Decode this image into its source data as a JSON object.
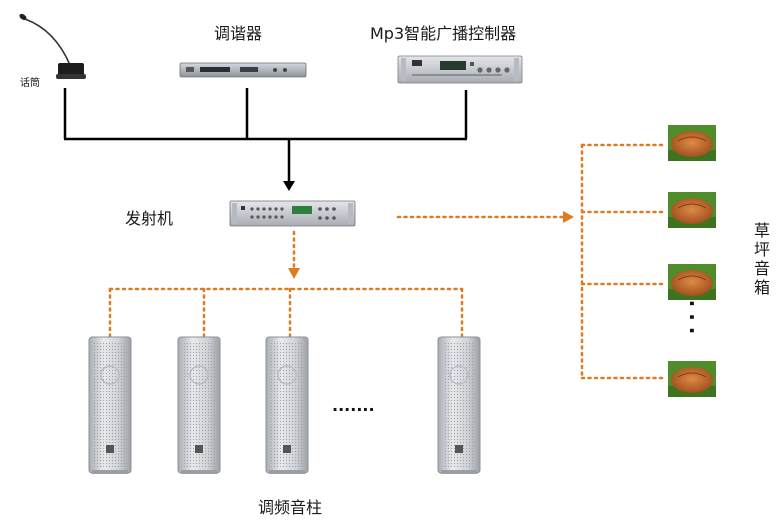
{
  "labels": {
    "microphone": "话筒",
    "tuner": "调谐器",
    "mp3_controller": "Mp3智能广播控制器",
    "transmitter": "发射机",
    "column_speakers": "调频音柱",
    "lawn_speakers": "草坪音箱"
  },
  "ellipsis": {
    "horizontal": ".......",
    "vertical": "···"
  },
  "colors": {
    "wire": "#000000",
    "wireless_dotted": "#e07a1f",
    "device_body": "#c9ccd2",
    "speaker_body": "#d7d9dc",
    "grass": "#4f8c2a",
    "rock": "#c06a2c"
  },
  "icons": {
    "microphone": "microphone-icon",
    "tuner": "tuner-device-icon",
    "mp3_controller": "mp3-controller-icon",
    "transmitter": "transmitter-icon",
    "column_speaker": "column-speaker-icon",
    "lawn_speaker": "lawn-speaker-icon"
  }
}
